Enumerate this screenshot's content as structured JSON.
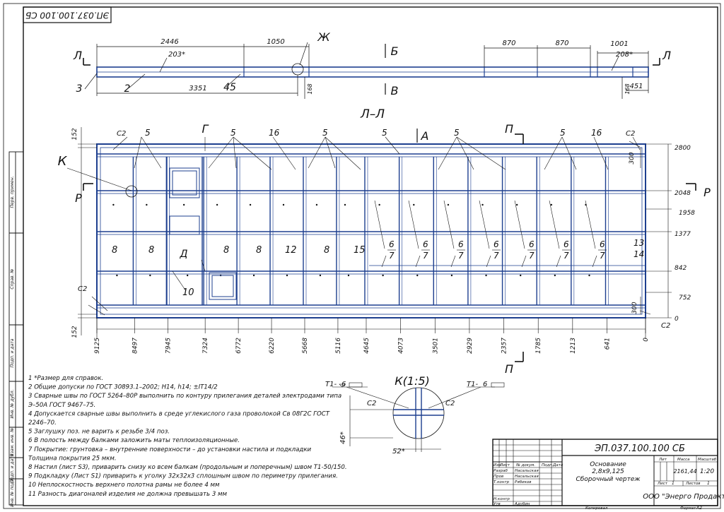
{
  "drawing": {
    "stamp_code": "ЭП.037.100.100 СБ",
    "top_code": "ЭП.037.100.100 СБ"
  },
  "top_view": {
    "dims": {
      "d2446": "2446",
      "d1050": "1050",
      "d3351": "3351",
      "d870a": "870",
      "d870b": "870",
      "d1001": "1001",
      "d451": "451",
      "d168a": "168",
      "d168b": "168",
      "d203": "203*",
      "d208": "208*"
    },
    "labels": {
      "zh": "Ж",
      "b": "Б",
      "v": "В",
      "l_left": "Л",
      "l_right": "Л",
      "pos3": "3",
      "pos2": "2",
      "pos45": "45"
    }
  },
  "main_view": {
    "section_title": "Л–Л",
    "labels": {
      "g": "Г",
      "a": "А",
      "p_top": "П",
      "p_bottom": "П",
      "k": "К",
      "r_left": "Р",
      "r_right": "Р",
      "d": "Д"
    },
    "callouts": {
      "c2_tl": "С2",
      "c2_tr": "С2",
      "c2_bl": "С2",
      "c2_br": "С2",
      "p5a": "5",
      "p5b": "5",
      "p5c": "5",
      "p5d": "5",
      "p5e": "5",
      "p5f": "5",
      "p16a": "16",
      "p16b": "16",
      "p8a": "8",
      "p8b": "8",
      "p8c": "8",
      "p8d": "8",
      "p8e": "8",
      "p12": "12",
      "p15": "15",
      "p10": "10",
      "p13": "13",
      "p14": "14",
      "f6a": "6",
      "f7a": "7",
      "f6b": "6",
      "f7b": "7",
      "f6c": "6",
      "f7c": "7",
      "f6d": "6",
      "f7d": "7",
      "f6e": "6",
      "f7e": "7",
      "f6f": "6",
      "f7f": "7",
      "f6g": "6",
      "f7g": "7"
    },
    "right_dims": {
      "d2800": "2800",
      "d2048": "2048",
      "d1958": "1958",
      "d1377": "1377",
      "d842": "842",
      "d752": "752",
      "d0": "0",
      "d300a": "300",
      "d300b": "300",
      "d152a": "152",
      "d152b": "152"
    },
    "bottom_dims": [
      "9125",
      "8497",
      "7945",
      "7324",
      "6772",
      "6220",
      "5668",
      "5116",
      "4645",
      "4073",
      "3501",
      "2929",
      "2357",
      "1785",
      "1213",
      "641",
      "0"
    ]
  },
  "detail": {
    "title": "К(1:5)",
    "weld_left": "Т1-",
    "weld_right": "Т1-",
    "weld_size_l": "6",
    "weld_size_r": "6",
    "c2_l": "С2",
    "c2_r": "С2",
    "dim46": "46*",
    "dim52": "52*"
  },
  "notes": [
    "1 *Размер для справок.",
    "2 Общие допуски по ГОСТ 30893.1–2002; H14, h14; ±IT14/2",
    "3 Сварные швы по ГОСТ 5264–80Р выполнить по контуру прилегания деталей электродами типа",
    "Э–50А ГОСТ 9467–75.",
    "4 Допускается сварные швы выполнить в среде углекислого газа проволокой Св 08Г2С ГОСТ",
    "2246–70.",
    "5 Заглушку поз. не варить к резьбе 3/4 поз.",
    "6 В полость между балками заложить маты теплоизоляционные.",
    "7 Покрытие:  грунтовка – внутренние поверхности  – до установки настила и подкладки",
    "Толщина покрытия 25 мкм.",
    "8 Настил (лист S3), приварить снизу ко всем балкам (продольным и поперечным) швом Т1-50/150.",
    "9 Подкладку (Лист S1) приварить к уголку 32х32х3 сплошным швом по периметру прилегания.",
    "10 Неплоскостность верхнего полотна рамы  не более 4 мм",
    "11 Разность  диагоналей изделия не  должна превышать 3 мм"
  ],
  "title_block": {
    "code": "ЭП.037.100.100 СБ",
    "name_1": "Основание",
    "name_2": "2,8х9,125",
    "name_3": "Сборочный чертеж",
    "col_izm": "Изм",
    "col_list": "Лист",
    "col_doc": "№ докум.",
    "col_sign": "Подп.",
    "col_date": "Дата",
    "r_razrab": "Разраб",
    "r_prov": "Пров",
    "r_tkontr": "Т.контр",
    "r_nkontr": "Н.контр",
    "r_utv": "Утв",
    "p1": "Насальская",
    "p2": "Насальская",
    "p3": "Рябиков",
    "p4": "Адубин",
    "lit": "Лит",
    "massa": "Масса",
    "masshtab": "Масштаб",
    "massa_val": "2161,44",
    "scale_val": "1:20",
    "sheet_lbl": "Лист",
    "sheet_val": "1",
    "sheets_lbl": "Листов",
    "sheets_val": "1",
    "company": "ООО \"Энерго Продакт\"",
    "copied": "Копировал",
    "format_lbl": "Формат",
    "format_val": "A2"
  },
  "side_strip": {
    "s1": "Перв. примен.",
    "s2": "Справ. №",
    "s3": "Подп. и дата",
    "s4": "Инв. № дубл.",
    "s5": "Взам. инв. №",
    "s6": "Подп. и дата",
    "s7": "Инв. № подл."
  }
}
